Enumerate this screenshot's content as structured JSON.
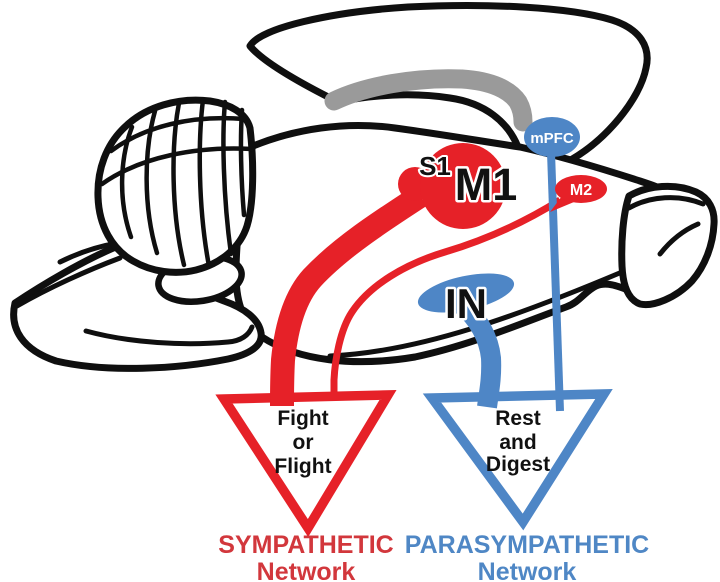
{
  "figure": {
    "type": "brain-pathway-diagram",
    "background": "#ffffff",
    "regions": {
      "s1": "S1",
      "m1": "M1",
      "mpfc": "mPFC",
      "m2": "M2",
      "in": "IN"
    },
    "sympathetic": {
      "lines": [
        "Fight",
        "or",
        "Flight"
      ],
      "caption1": "SYMPATHETIC",
      "caption2": "Network",
      "color": "#e62128",
      "text_color": "#d2373c"
    },
    "parasympathetic": {
      "lines": [
        "Rest",
        "and",
        "Digest"
      ],
      "caption1": "PARASYMPATHETIC",
      "caption2": "Network",
      "color": "#4e86c6",
      "text_color": "#4f87c5"
    },
    "colors": {
      "red": "#e62128",
      "blue": "#4e86c6",
      "gray": "#9a9a9a",
      "outline": "#0f0f0f",
      "label_on_color": "#ffffff",
      "label_dark": "#111111"
    }
  }
}
